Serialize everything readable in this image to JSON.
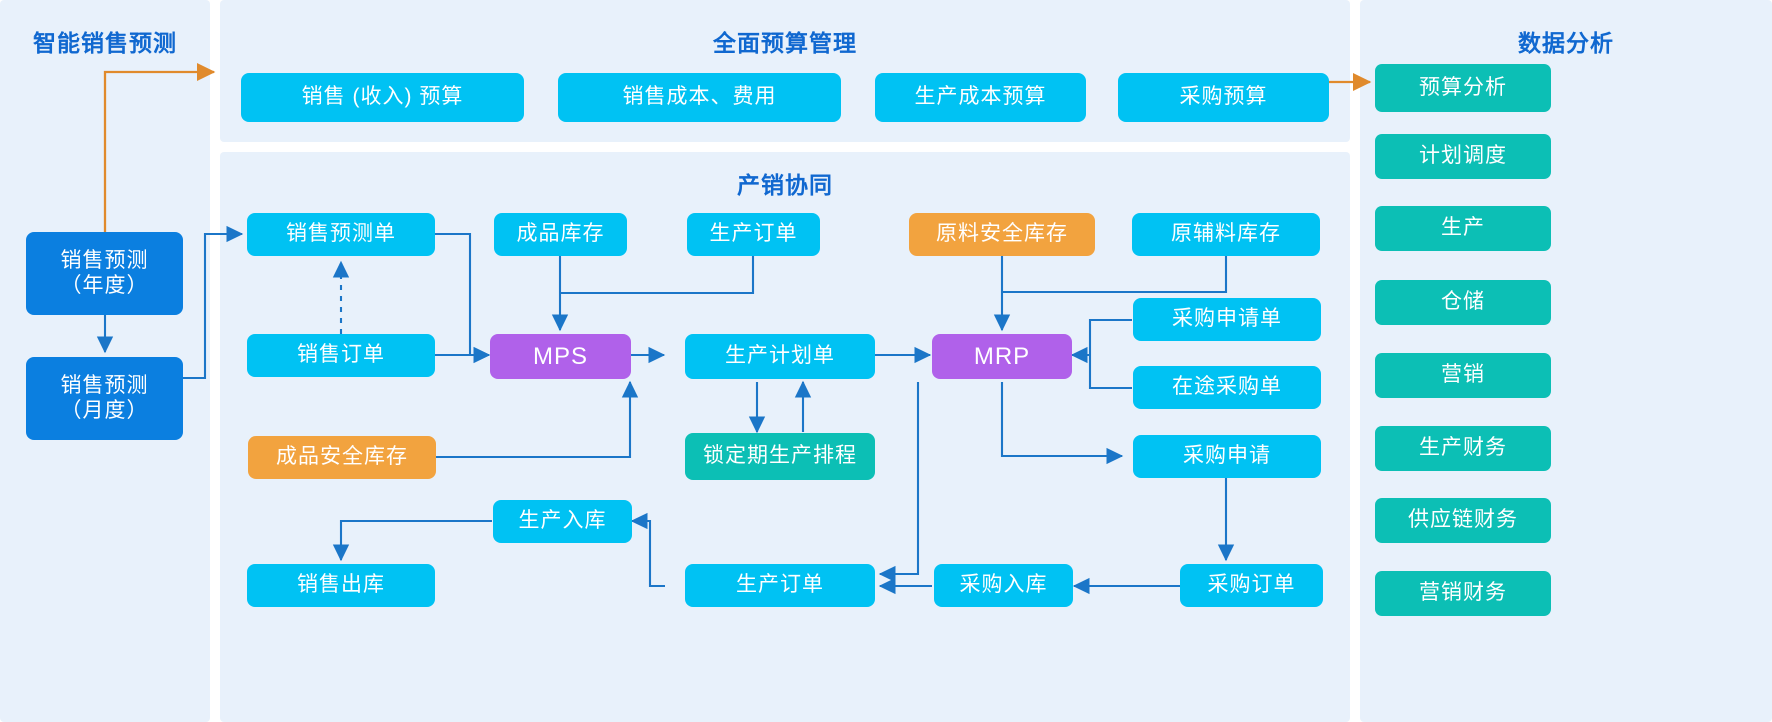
{
  "panels": {
    "left_title": "智能销售预测",
    "budget_title": "全面预算管理",
    "flow_title": "产销协同",
    "right_title": "数据分析"
  },
  "left_nodes": [
    {
      "label": "销售预测\n（年度）",
      "color": "#0b7fe0"
    },
    {
      "label": "销售预测\n（月度）",
      "color": "#0b7fe0"
    }
  ],
  "budget_nodes": [
    {
      "label": "销售 (收入) 预算",
      "color": "#00c2f3"
    },
    {
      "label": "销售成本、费用",
      "color": "#00c2f3"
    },
    {
      "label": "生产成本预算",
      "color": "#00c2f3"
    },
    {
      "label": "采购预算",
      "color": "#00c2f3"
    }
  ],
  "flow_nodes": [
    {
      "label": "销售预测单",
      "color": "#00c2f3"
    },
    {
      "label": "成品库存",
      "color": "#00c2f3"
    },
    {
      "label": "生产订单",
      "color": "#00c2f3"
    },
    {
      "label": "原料安全库存",
      "color": "#f2a33f"
    },
    {
      "label": "原辅料库存",
      "color": "#00c2f3"
    },
    {
      "label": "销售订单",
      "color": "#00c2f3"
    },
    {
      "label": "MPS",
      "color": "#b061ea"
    },
    {
      "label": "生产计划单",
      "color": "#00c2f3"
    },
    {
      "label": "MRP",
      "color": "#b061ea"
    },
    {
      "label": "采购申请单",
      "color": "#00c2f3"
    },
    {
      "label": "在途采购单",
      "color": "#00c2f3"
    },
    {
      "label": "成品安全库存",
      "color": "#f2a33f"
    },
    {
      "label": "锁定期生产排程",
      "color": "#0cbfb5"
    },
    {
      "label": "采购申请",
      "color": "#00c2f3"
    },
    {
      "label": "生产入库",
      "color": "#00c2f3"
    },
    {
      "label": "采购订单",
      "color": "#00c2f3"
    },
    {
      "label": "销售出库",
      "color": "#00c2f3"
    },
    {
      "label": "生产订单",
      "color": "#00c2f3"
    },
    {
      "label": "采购入库",
      "color": "#00c2f3"
    }
  ],
  "right_nodes": [
    {
      "label": "预算分析",
      "color": "#0cbfb5"
    },
    {
      "label": "计划调度",
      "color": "#0cbfb5"
    },
    {
      "label": "生产",
      "color": "#0cbfb5"
    },
    {
      "label": "仓储",
      "color": "#0cbfb5"
    },
    {
      "label": "营销",
      "color": "#0cbfb5"
    },
    {
      "label": "生产财务",
      "color": "#0cbfb5"
    },
    {
      "label": "供应链财务",
      "color": "#0cbfb5"
    },
    {
      "label": "营销财务",
      "color": "#0cbfb5"
    }
  ],
  "colors": {
    "panel_bg": "#e8f1fb",
    "title_blue": "#1068d0",
    "wire_blue": "#1b76c8",
    "wire_orange": "#e08a2c",
    "cyan": "#00c2f3",
    "blue": "#0b7fe0",
    "orange": "#f2a33f",
    "purple": "#b061ea",
    "teal": "#0cbfb5"
  }
}
